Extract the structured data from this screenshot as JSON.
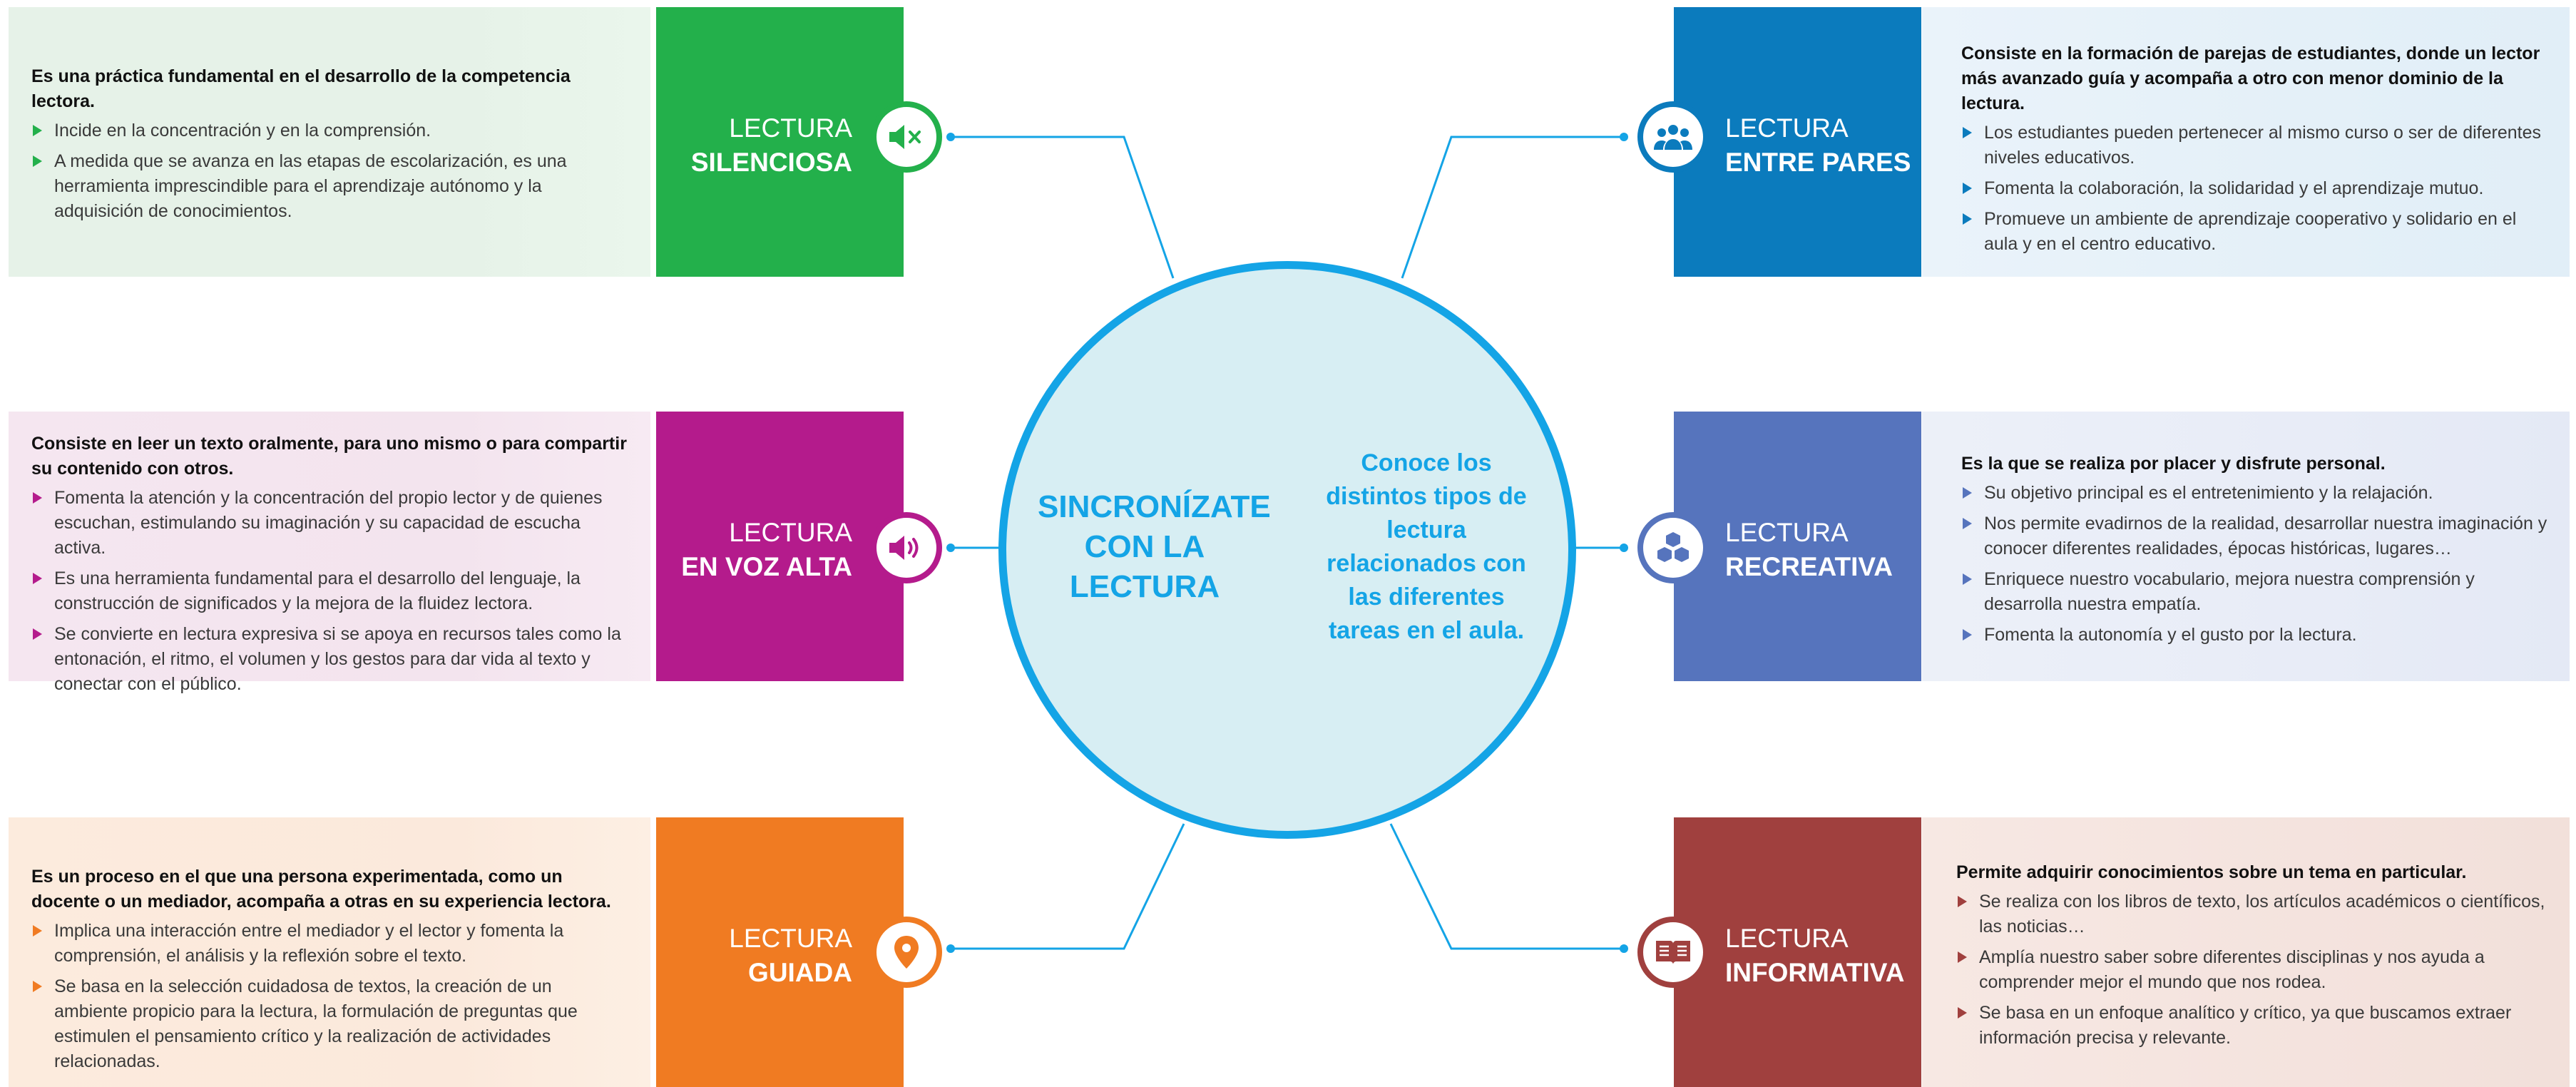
{
  "center": {
    "title": "SINCRONÍZATE CON LA LECTURA",
    "subtitle": "Conoce los distintos tipos de lectura relacionados con las diferentes tareas en el aula."
  },
  "colors": {
    "center_border": "#14a4e6",
    "center_fill": "#d7eef3",
    "silenciosa": "#23b04b",
    "voz_alta": "#b41b8c",
    "guiada": "#f07b22",
    "pares": "#0b7bbd",
    "recreativa": "#5674bd",
    "informativa": "#a0403e"
  },
  "types": [
    {
      "key": "silenciosa",
      "line1": "LECTURA",
      "line2": "SILENCIOSA",
      "icon": "speaker-muted-icon",
      "lead": "Es una práctica fundamental en el desarrollo de la competencia lectora.",
      "bullets": [
        "Incide en la concentración y en la comprensión.",
        "A medida que se avanza en las etapas de escolarización, es una herramienta imprescindible para el aprendizaje autónomo y la adquisición de conocimientos."
      ]
    },
    {
      "key": "voz_alta",
      "line1": "LECTURA",
      "line2": "EN VOZ ALTA",
      "icon": "speaker-loud-icon",
      "lead": "Consiste en leer un texto oralmente, para uno mismo o para compartir su contenido con otros.",
      "bullets": [
        "Fomenta la atención y la concentración del propio lector y de quienes escuchan, estimulando su imaginación y su capacidad de escucha activa.",
        "Es una herramienta fundamental para el desarrollo del lenguaje, la construcción de significados y la mejora de la fluidez lectora.",
        "Se convierte en lectura expresiva si se apoya en recursos tales como la entonación, el ritmo, el volumen y los gestos para dar vida al texto y conectar con el público."
      ]
    },
    {
      "key": "guiada",
      "line1": "LECTURA",
      "line2": "GUIADA",
      "icon": "map-pin-icon",
      "lead": "Es un proceso en el que una persona experimentada, como un docente o un mediador, acompaña a otras en su experiencia lectora.",
      "bullets": [
        "Implica una interacción entre el mediador y el lector y fomenta la comprensión, el análisis y la reflexión sobre el texto.",
        "Se basa en la selección cuidadosa de textos, la creación de un ambiente propicio para la lectura, la formulación de preguntas que estimulen el pensamiento crítico y la realización de actividades relacionadas."
      ]
    },
    {
      "key": "pares",
      "line1": "LECTURA",
      "line2": "ENTRE PARES",
      "icon": "people-group-icon",
      "lead": "Consiste en la formación de parejas de estudiantes, donde un lector más avanzado guía y acompaña a otro con menor dominio de la lectura.",
      "bullets": [
        "Los estudiantes pueden pertenecer al mismo curso o ser de diferentes niveles educativos.",
        "Fomenta la colaboración, la solidaridad y el aprendizaje mutuo.",
        "Promueve un ambiente de aprendizaje cooperativo y solidario en el aula y en el centro educativo."
      ]
    },
    {
      "key": "recreativa",
      "line1": "LECTURA",
      "line2": "RECREATIVA",
      "icon": "blocks-icon",
      "lead": "Es la que se realiza por placer y disfrute personal.",
      "bullets": [
        "Su objetivo principal es el entretenimiento y la relajación.",
        "Nos permite evadirnos de la realidad, desarrollar nuestra imaginación y conocer diferentes realidades, épocas históricas, lugares…",
        "Enriquece nuestro vocabulario, mejora nuestra comprensión y desarrolla nuestra empatía.",
        "Fomenta la autonomía y el gusto por la lectura."
      ]
    },
    {
      "key": "informativa",
      "line1": "LECTURA",
      "line2": "INFORMATIVA",
      "icon": "book-icon",
      "lead": "Permite adquirir conocimientos sobre un tema en particular.",
      "bullets": [
        "Se realiza con los libros de texto, los artículos académicos o científicos, las noticias…",
        "Amplía nuestro saber sobre diferentes disciplinas y nos ayuda a comprender mejor el mundo que nos rodea.",
        "Se basa en un enfoque analítico y crítico, ya que buscamos extraer información precisa y relevante."
      ]
    }
  ]
}
